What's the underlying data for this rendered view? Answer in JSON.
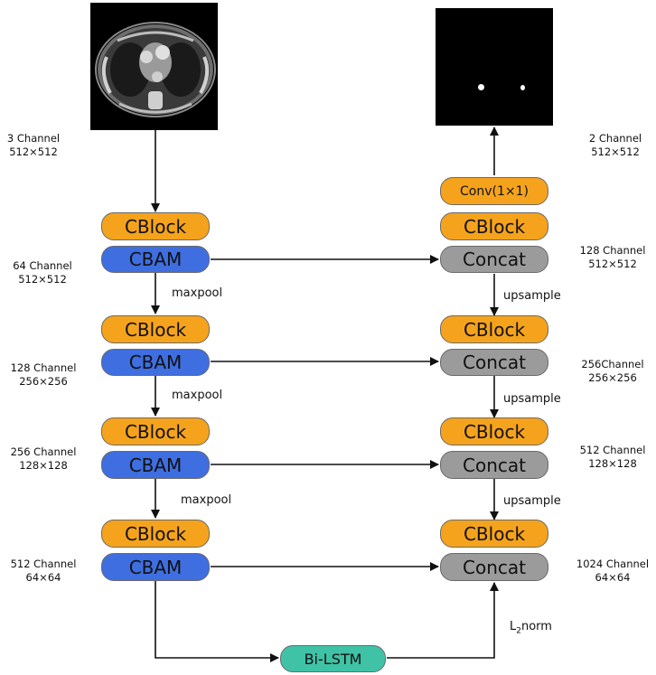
{
  "nodes": {
    "enc_cblock_1": "CBlock",
    "enc_cbam_1": "CBAM",
    "enc_cblock_2": "CBlock",
    "enc_cbam_2": "CBAM",
    "enc_cblock_3": "CBlock",
    "enc_cbam_3": "CBAM",
    "enc_cblock_4": "CBlock",
    "enc_cbam_4": "CBAM",
    "bilstm": "Bi-LSTM",
    "dec_concat_4": "Concat",
    "dec_cblock_4": "CBlock",
    "dec_concat_3": "Concat",
    "dec_cblock_3": "CBlock",
    "dec_concat_2": "Concat",
    "dec_cblock_2": "CBlock",
    "dec_concat_1": "Concat",
    "dec_cblock_1": "CBlock",
    "conv": "Conv(1×1)"
  },
  "edges": {
    "maxpool_1": "maxpool",
    "maxpool_2": "maxpool",
    "maxpool_3": "maxpool",
    "upsample_1": "upsample",
    "upsample_2": "upsample",
    "upsample_3": "upsample",
    "l2norm_l": "L",
    "l2norm_sub": "2",
    "l2norm_rest": "norm"
  },
  "labels": {
    "input": {
      "channels": "3 Channel",
      "size": "512×512"
    },
    "output": {
      "channels": "2 Channel",
      "size": "512×512"
    },
    "enc_1": {
      "channels": "64 Channel",
      "size": "512×512"
    },
    "enc_2": {
      "channels": "128 Channel",
      "size": "256×256"
    },
    "enc_3": {
      "channels": "256 Channel",
      "size": "128×128"
    },
    "enc_4": {
      "channels": "512 Channel",
      "size": "64×64"
    },
    "dec_1": {
      "channels": "128 Channel",
      "size": "512×512"
    },
    "dec_2": {
      "channels": "256Channel",
      "size": "256×256"
    },
    "dec_3": {
      "channels": "512 Channel",
      "size": "128×128"
    },
    "dec_4": {
      "channels": "1024 Channel",
      "size": "64×64"
    }
  },
  "colors": {
    "cblock": "#f5a31c",
    "cbam": "#3f6ee0",
    "concat": "#9b9b9b",
    "bilstm": "#3fc2a6",
    "arrow": "#111111"
  }
}
